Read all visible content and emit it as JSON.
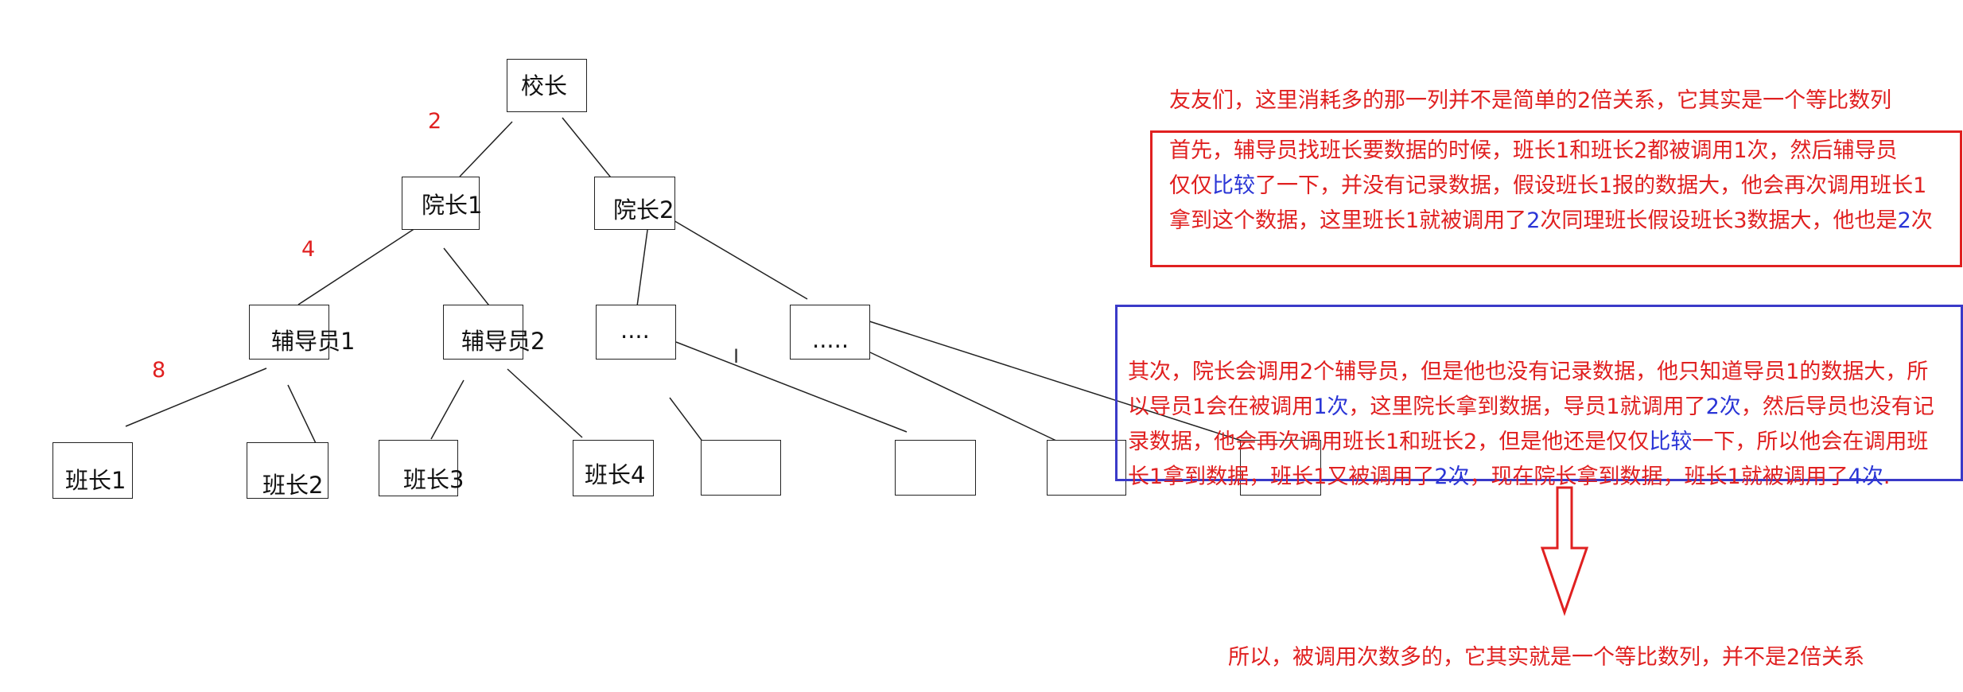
{
  "nodes": {
    "principal": "校长",
    "dean1": "院长1",
    "dean2": "院长2",
    "counselor1": "辅导员1",
    "counselor2": "辅导员2",
    "dots1": "....",
    "dots2": ".....",
    "monitor1": "班长1",
    "monitor2": "班长2",
    "monitor3": "班长3",
    "monitor4": "班长4"
  },
  "numbers": {
    "n2": "2",
    "n4": "4",
    "n8": "8"
  },
  "notes": {
    "top": "友友们，这里消耗多的那一列并不是简单的2倍关系，它其实是一个等比数列",
    "red_box": {
      "l1": "首先，辅导员找班长要数据的时候，班长1和班长2都被调用1次，然后辅导员",
      "l2a": "仅仅",
      "l2b": "比较",
      "l2c": "了一下，并没有记录数据，假设班长1报的数据大，他会再次调用班长1",
      "l3a": "拿到这个数据，这里班长1就被调用了",
      "l3b": "2",
      "l3c": "次",
      "l3d": "同理班长假设班长3数据大，他也是",
      "l3e": "2",
      "l3f": "次"
    },
    "blue_box": {
      "l1": "其次，院长会调用2个辅导员，但是他也没有记录数据，他只知道导员1的数据大，所",
      "l2a": "以导员1会在被调用",
      "l2b": "1次",
      "l2c": "，这里院长拿到数据，导员1就调用了",
      "l2d": "2次",
      "l2e": "，然后导员也没有记",
      "l3a": "录数据，他会再次调用班长1和班长2，但是他还是仅仅",
      "l3b": "比较",
      "l3c": "一下，所以他会在调用班",
      "l4a": "长1拿到数据，班长1又被调用了",
      "l4b": "2次",
      "l4c": "，现在院长拿到数据，班长1就被调用了",
      "l4d": "4次",
      "l4e": "."
    },
    "bottom": "所以，被调用次数多的，它其实就是一个等比数列，并不是2倍关系"
  },
  "cursor_glyph": "I",
  "colors": {
    "red": "#e02020",
    "blue": "#2a35d6",
    "line": "#222222"
  }
}
